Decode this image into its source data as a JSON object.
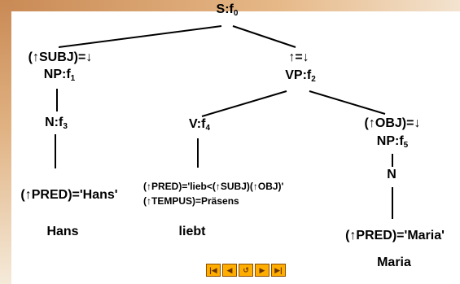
{
  "colors": {
    "accent_bar": "#d99a62",
    "nav_button": "#ffae00",
    "text": "#000000"
  },
  "nodes": {
    "s": {
      "label": "S",
      "f": "f",
      "sub": "0"
    },
    "subj_ann": "(↑SUBJ)=↓",
    "np1": {
      "label": "NP",
      "f": "f",
      "sub": "1"
    },
    "vp_ann": "↑=↓",
    "vp": {
      "label": "VP",
      "f": "f",
      "sub": "2"
    },
    "n3": {
      "label": "N",
      "f": "f",
      "sub": "3"
    },
    "v4": {
      "label": "V",
      "f": "f",
      "sub": "4"
    },
    "obj_ann": "(↑OBJ)=↓",
    "np5": {
      "label": "NP",
      "f": "f",
      "sub": "5"
    },
    "n_obj": "N"
  },
  "preds": {
    "hans": "(↑PRED)='Hans'",
    "lieb_1": "(↑PRED)='lieb<(↑SUBJ)(↑OBJ)'",
    "lieb_2": "(↑TEMPUS)=Präsens",
    "maria": "(↑PRED)='Maria'"
  },
  "words": {
    "hans": "Hans",
    "liebt": "liebt",
    "maria": "Maria"
  },
  "nav": [
    {
      "name": "first-slide",
      "icon": "skip-back-icon",
      "glyph": "|◀"
    },
    {
      "name": "prev-slide",
      "icon": "arrow-left-icon",
      "glyph": "◀"
    },
    {
      "name": "return",
      "icon": "return-icon",
      "glyph": "↺"
    },
    {
      "name": "next-slide",
      "icon": "arrow-right-icon",
      "glyph": "▶"
    },
    {
      "name": "last-slide",
      "icon": "skip-forward-icon",
      "glyph": "▶|"
    }
  ]
}
